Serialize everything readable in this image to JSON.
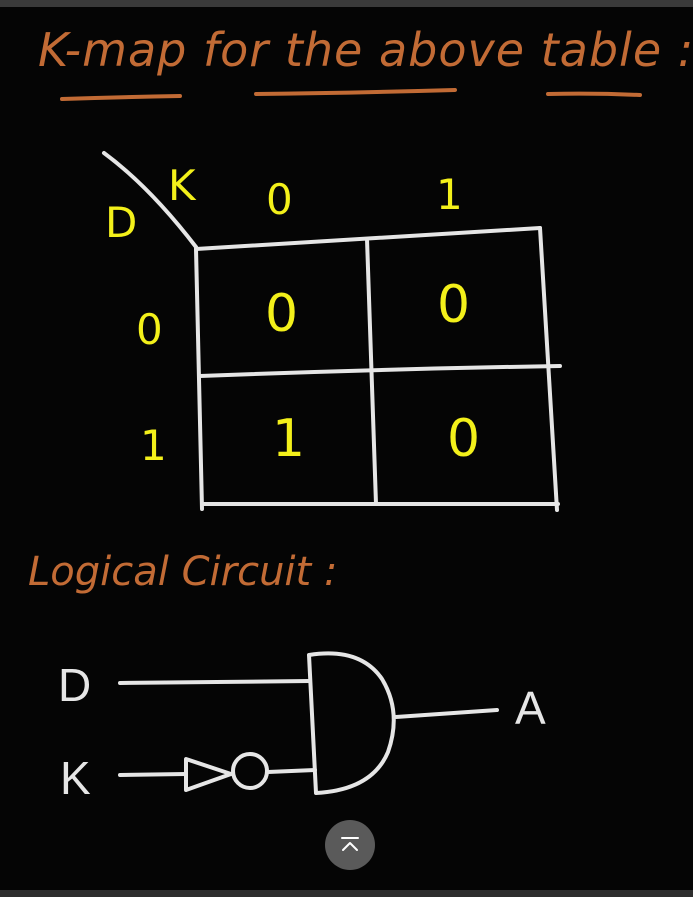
{
  "title": "K-map for the above table :",
  "subtitle": "Logical Circuit :",
  "kmap": {
    "row_var": "D",
    "col_var": "K",
    "col_headers": [
      "0",
      "1"
    ],
    "row_headers": [
      "0",
      "1"
    ],
    "cells": [
      [
        "0",
        "0"
      ],
      [
        "1",
        "0"
      ]
    ]
  },
  "circuit": {
    "input_1": "D",
    "input_2": "K",
    "output": "A",
    "gates": [
      "NOT",
      "AND"
    ]
  },
  "scroll_button": {
    "icon": "chevron-up-bar-icon"
  },
  "colors": {
    "background": "#050505",
    "heading": "#c26b35",
    "values": "#f3f01a",
    "lines": "#e6e6e6",
    "button": "#5a5a5a"
  }
}
